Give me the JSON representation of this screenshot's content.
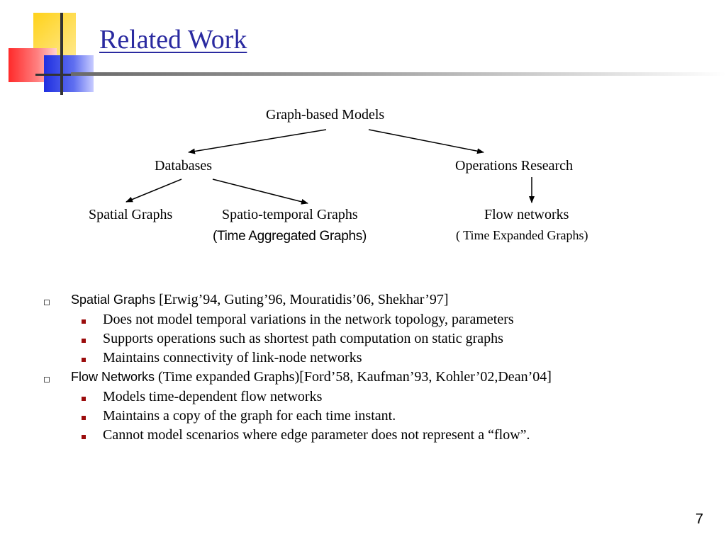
{
  "slide": {
    "title": "Related Work",
    "page_number": "7"
  },
  "diagram": {
    "root": "Graph-based Models",
    "databases": "Databases",
    "operations_research": "Operations Research",
    "spatial_graphs": "Spatial Graphs",
    "spatio_temporal_graphs": "Spatio-temporal Graphs",
    "time_aggregated_graphs": "(Time Aggregated Graphs)",
    "flow_networks": "Flow networks",
    "time_expanded_graphs": "( Time Expanded Graphs)"
  },
  "bullets": [
    {
      "heading": "Spatial Graphs",
      "refs": " [Erwig’94, Guting’96, Mouratidis’06, Shekhar’97]",
      "items": [
        "Does not model temporal variations in the network topology, parameters",
        "Supports operations such as shortest path computation on static graphs",
        "Maintains connectivity of link-node networks"
      ]
    },
    {
      "heading": "Flow Networks",
      "refs": " (Time expanded Graphs)[Ford’58, Kaufman’93, Kohler’02,Dean’04]",
      "items": [
        "Models time-dependent flow networks",
        "Maintains a copy of the graph for each time instant.",
        "Cannot model scenarios where edge parameter does not represent a “flow”."
      ]
    }
  ],
  "colors": {
    "title": "#2a2aa0",
    "sub_bullet": "#9b0c0c"
  }
}
